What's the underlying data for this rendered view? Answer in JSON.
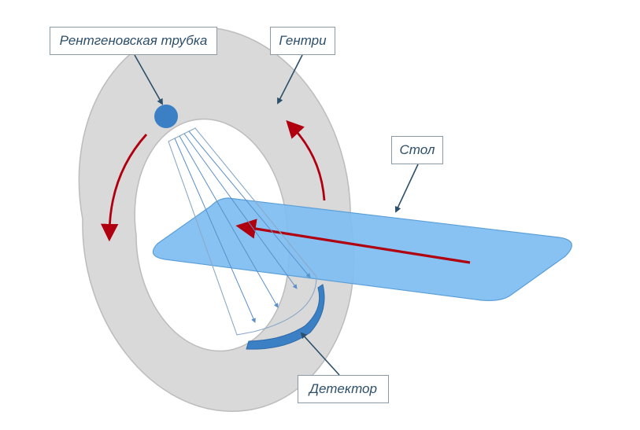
{
  "labels": {
    "xray_tube": "Рентгеновская трубка",
    "gantry": "Гентри",
    "table": "Стол",
    "detector": "Детектор"
  },
  "colors": {
    "gantry_fill": "#d9d9d9",
    "gantry_stroke": "#bcbcbc",
    "table_fill": "#7fbdf2",
    "table_stroke": "#5a9fd8",
    "tube_fill": "#3b7fc4",
    "detector_fill": "#3b7fc4",
    "arrow_red": "#b00010",
    "leader_line": "#2c4f6a",
    "beam_line": "#5a8fc8"
  }
}
